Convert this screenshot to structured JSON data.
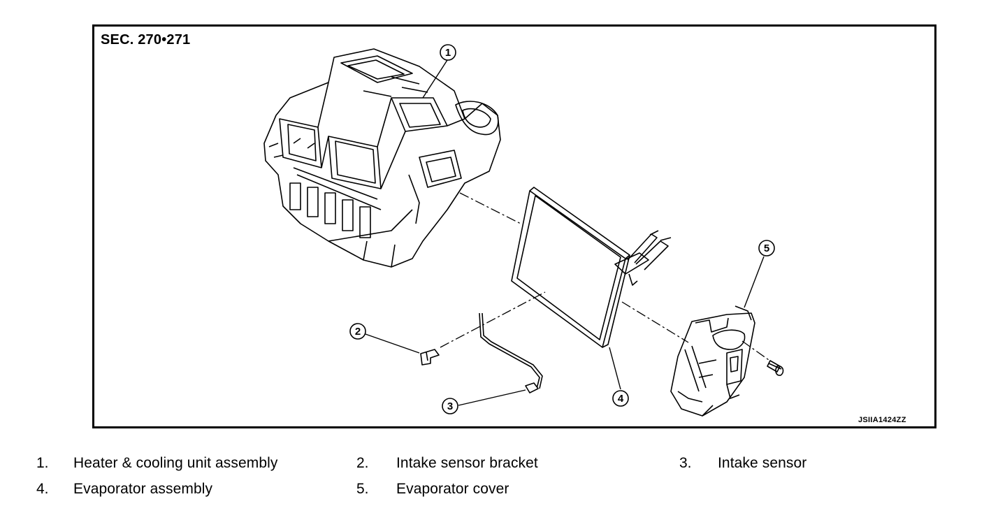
{
  "figure": {
    "section": "SEC. 270•271",
    "code": "JSIIA1424ZZ"
  },
  "callouts": [
    "1",
    "2",
    "3",
    "4",
    "5"
  ],
  "legend": [
    {
      "num": "1.",
      "text": "Heater & cooling unit assembly"
    },
    {
      "num": "2.",
      "text": "Intake sensor bracket"
    },
    {
      "num": "3.",
      "text": "Intake sensor"
    },
    {
      "num": "4.",
      "text": "Evaporator assembly"
    },
    {
      "num": "5.",
      "text": "Evaporator cover"
    }
  ]
}
